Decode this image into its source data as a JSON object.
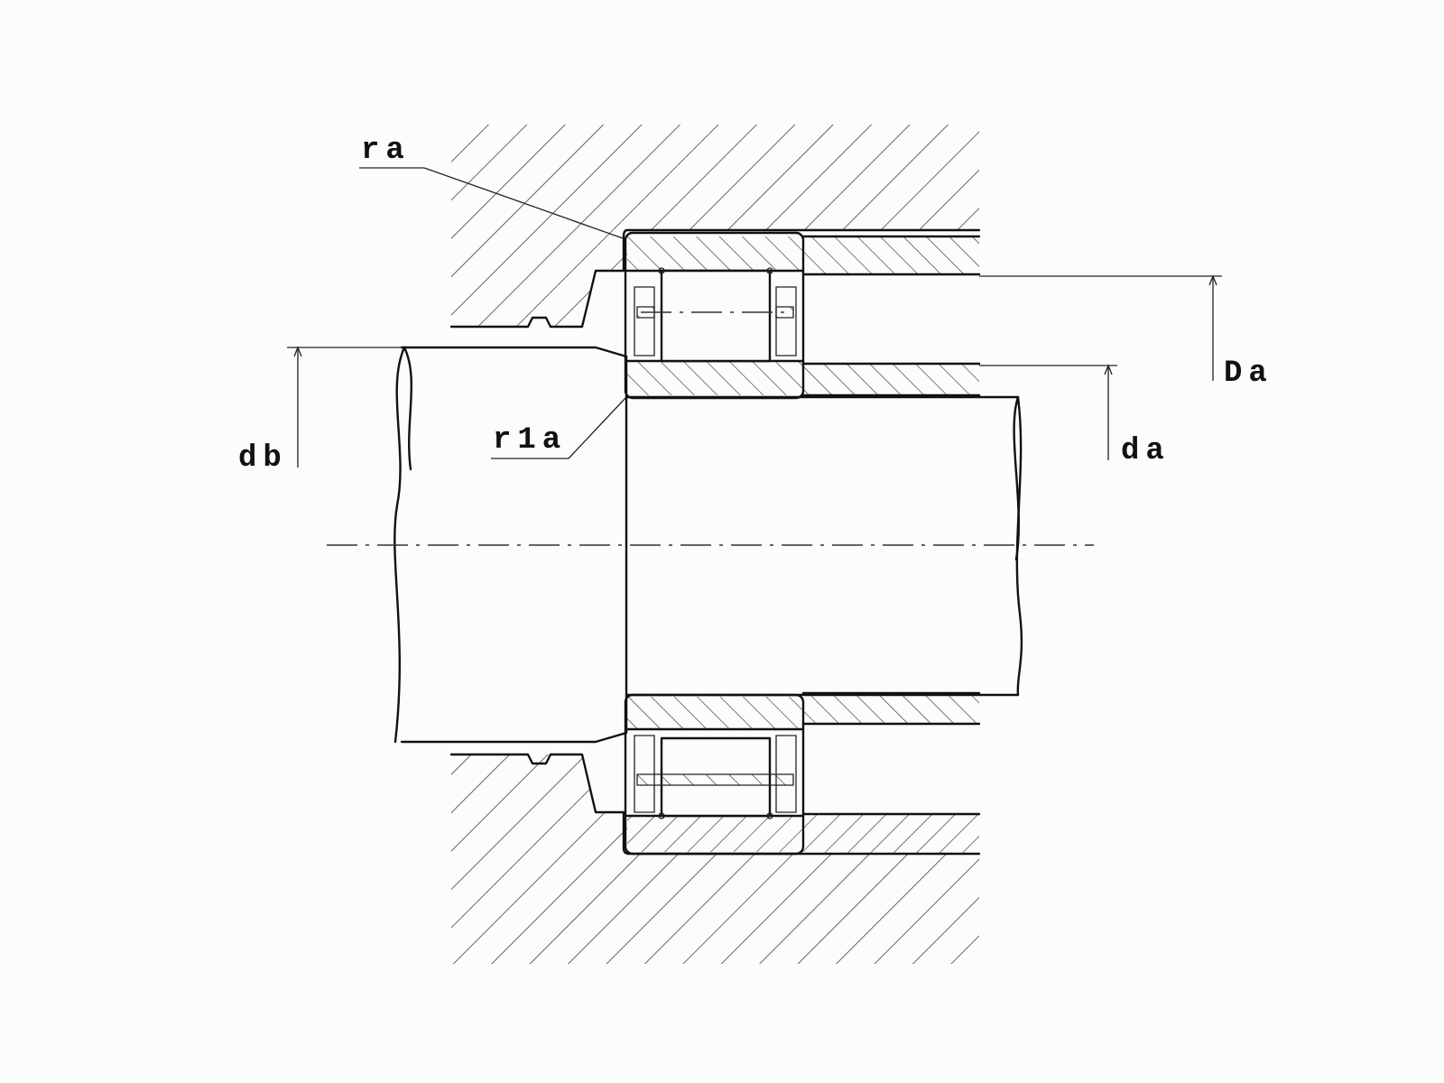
{
  "labels": {
    "ra": "ra",
    "r1a": "r1a",
    "db": "db",
    "da": "da",
    "Da": "Da"
  },
  "colors": {
    "background": "#fcfcfc",
    "line": "#111111"
  }
}
